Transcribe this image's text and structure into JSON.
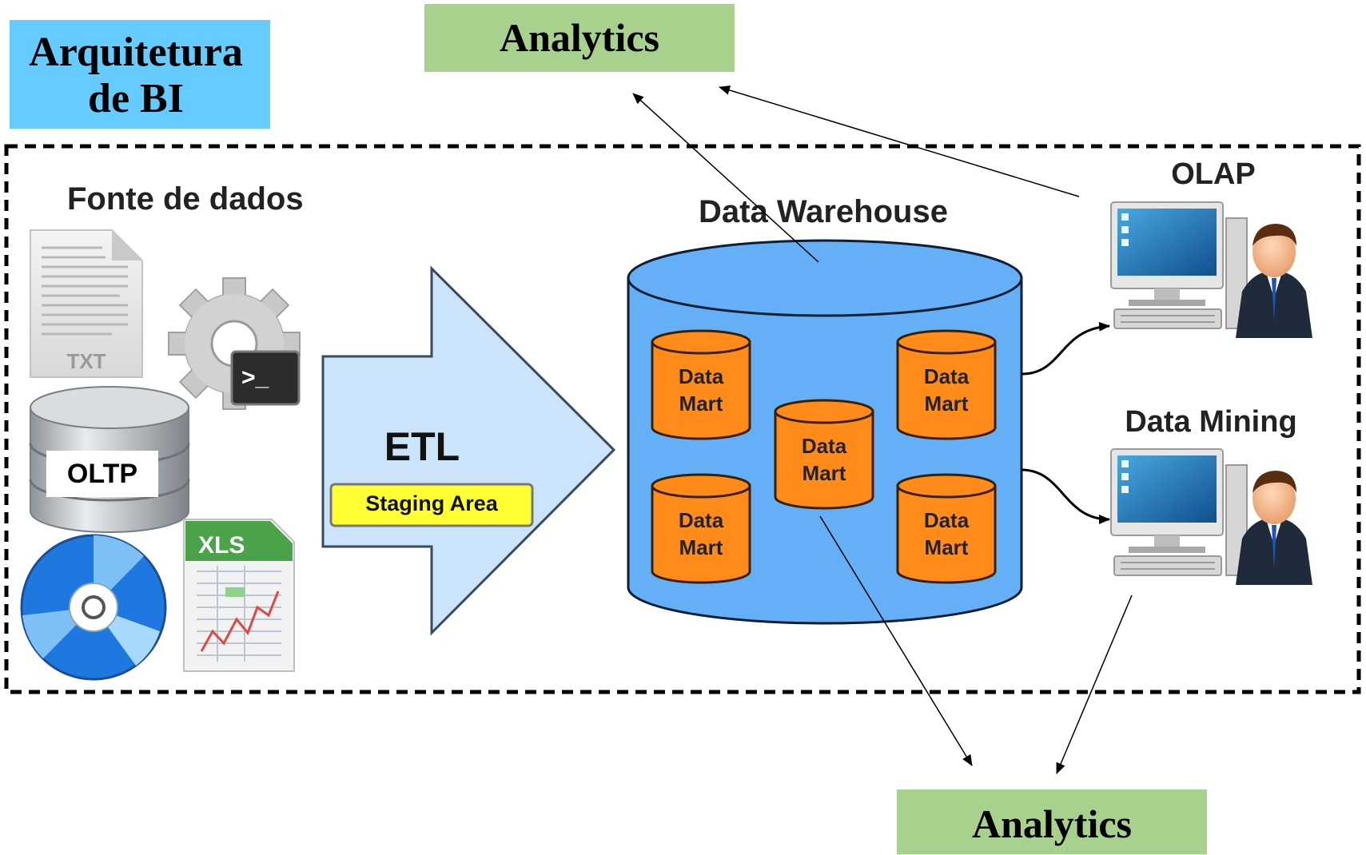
{
  "title": {
    "line1": "Arquitetura",
    "line2": "de BI"
  },
  "analytics_top": {
    "label": "Analytics"
  },
  "analytics_bottom": {
    "label": "Analytics"
  },
  "sources": {
    "heading": "Fonte de dados",
    "txt_label": "TXT",
    "oltp_label": "OLTP",
    "xls_label": "XLS",
    "terminal_prompt": ">_"
  },
  "etl": {
    "label": "ETL",
    "staging": "Staging Area"
  },
  "warehouse": {
    "heading": "Data Warehouse",
    "marts": [
      {
        "line1": "Data",
        "line2": "Mart"
      },
      {
        "line1": "Data",
        "line2": "Mart"
      },
      {
        "line1": "Data",
        "line2": "Mart"
      },
      {
        "line1": "Data",
        "line2": "Mart"
      },
      {
        "line1": "Data",
        "line2": "Mart"
      }
    ]
  },
  "consumers": {
    "olap": "OLAP",
    "mining": "Data Mining"
  },
  "colors": {
    "title_bg": "#66ccff",
    "analytics_bg": "#a9d18e",
    "warehouse": "#64aff5",
    "mart": "#ff8c1a",
    "etl_arrow": "#cce4fb",
    "staging": "#ffff33"
  }
}
